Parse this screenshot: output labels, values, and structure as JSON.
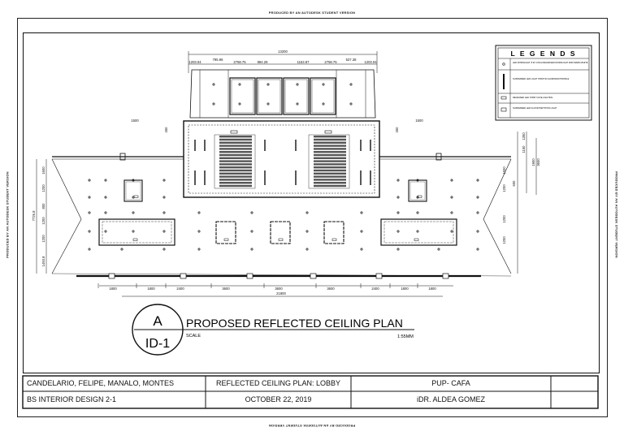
{
  "watermark": "PRODUCED BY AN AUTODESK STUDENT VERSION",
  "legend": {
    "title": "L E G E N D S",
    "rows": [
      "LED DOWNLIGHT; 8 W 4 INCH RECESSED DOWNLIGHT 3000 WARM WHITE",
      "SUSPENDED LED LIGHT STRIP W/ ALUMINIUM PROFILE",
      "RECESSED LED STRIP COVE LIGHTING",
      "SUSPENDED LED FLOOR PARTITION LIGHT"
    ]
  },
  "dimensions": {
    "top_total": "13200",
    "top_sub": [
      "1203.04",
      "795.96",
      "2758.75",
      "994.29",
      "1153.87",
      "2758.75",
      "537.38",
      "1203.04"
    ],
    "side_small": [
      "1500",
      "1500"
    ],
    "vert_small": [
      "450",
      "450"
    ],
    "bottom_total": "21800",
    "bottom_sub": [
      "1800",
      "1800",
      "2400",
      "3600",
      "3600",
      "3600",
      "2400",
      "1800",
      "1800"
    ],
    "left_total": "7726.8",
    "left_sub": [
      "1600",
      "1200",
      "800",
      "1200",
      "1200",
      "1493.8"
    ],
    "right_total": "3600",
    "right_sub": [
      "1350",
      "1150",
      "1900",
      "1500",
      "1200",
      "600",
      "1200",
      "1200"
    ]
  },
  "plan": {
    "callout_letter": "A",
    "callout_sheet": "ID-1",
    "title": "PROPOSED REFLECTED CEILING PLAN",
    "scale_label": "SCALE",
    "scale_value": "1:55MM"
  },
  "titleblock": {
    "names": "CANDELARIO, FELIPE, MANALO, MONTES",
    "course": "BS INTERIOR DESIGN 2-1",
    "sheet_title": "REFLECTED CEILING PLAN: LOBBY",
    "date": "OCTOBER 22, 2019",
    "school": "PUP- CAFA",
    "adviser": "iDR. ALDEA GOMEZ"
  }
}
